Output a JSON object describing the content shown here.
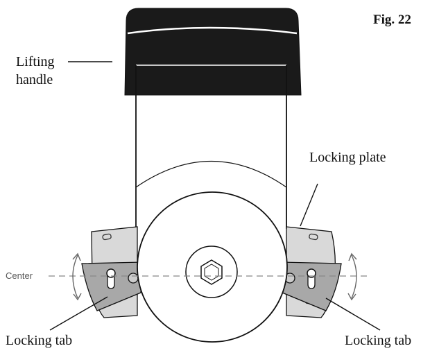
{
  "figure_label": "Fig. 22",
  "labels": {
    "lifting_handle_line1": "Lifting",
    "lifting_handle_line2": "handle",
    "locking_plate": "Locking plate",
    "center": "Center",
    "locking_tab_left": "Locking tab",
    "locking_tab_right": "Locking tab"
  },
  "colors": {
    "line": "#111111",
    "handle": "#1a1a1a",
    "plate": "#d9d9d9",
    "tab": "#a8a8a8",
    "center_line": "#888888"
  }
}
